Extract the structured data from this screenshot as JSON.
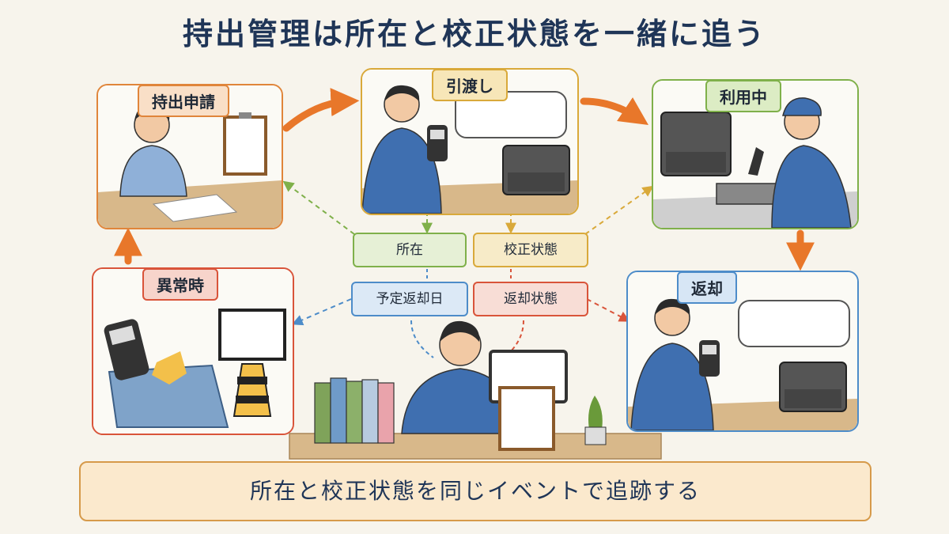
{
  "title": "持出管理は所在と校正状態を一緒に追う",
  "stages": {
    "request": "持出申請",
    "handover": "引渡し",
    "in_use": "利用中",
    "return": "返却",
    "anomaly": "異常時"
  },
  "tracked_fields": {
    "location": "所在",
    "calibration": "校正状態",
    "due_date": "予定返却日",
    "return_state": "返却状態"
  },
  "footer": "所在と校正状態を同じイベントで追跡する",
  "colors": {
    "request": "#e0853a",
    "handover": "#d9a93a",
    "in_use": "#7fb04a",
    "return": "#4d8cc9",
    "anomaly": "#d9543a",
    "arrow": "#e8772a",
    "title": "#1f3557"
  }
}
